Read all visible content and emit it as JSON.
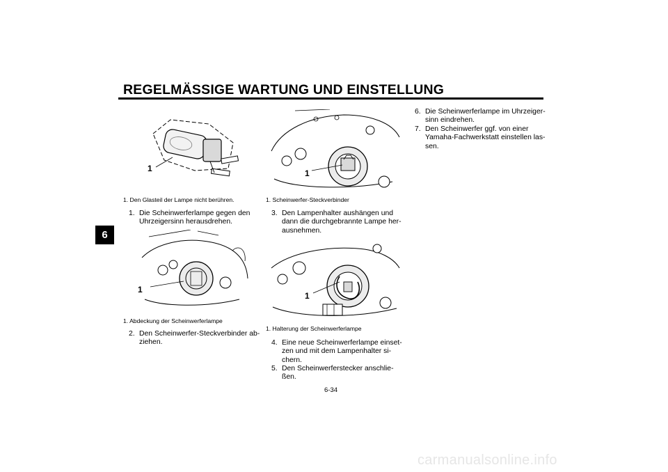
{
  "header": {
    "title": "REGELMÄSSIGE WARTUNG UND EINSTELLUNG",
    "chapter_tab": "6"
  },
  "figures": [
    {
      "label": "1",
      "caption": "1.  Den Glasteil der Lampe nicht berühren."
    },
    {
      "label": "1",
      "caption": "1.  Abdeckung der Scheinwerferlampe"
    },
    {
      "label": "1",
      "caption": "1.  Scheinwerfer-Steckverbinder"
    },
    {
      "label": "1",
      "caption": "1.  Halterung der Scheinwerferlampe"
    }
  ],
  "steps": [
    {
      "num": "1.",
      "lines": [
        "Die Scheinwerferlampe gegen den",
        "Uhrzeigersinn herausdrehen."
      ]
    },
    {
      "num": "2.",
      "lines": [
        "Den Scheinwerfer-Steckverbinder ab-",
        "ziehen."
      ]
    },
    {
      "num": "3.",
      "lines": [
        "Den Lampenhalter aushängen und",
        "dann die durchgebrannte Lampe her-",
        "ausnehmen."
      ]
    },
    {
      "num": "4.",
      "lines": [
        "Eine neue Scheinwerferlampe einset-",
        "zen und mit dem Lampenhalter si-",
        "chern."
      ]
    },
    {
      "num": "5.",
      "lines": [
        "Den Scheinwerferstecker anschlie-",
        "ßen."
      ]
    },
    {
      "num": "6.",
      "lines": [
        "Die Scheinwerferlampe im Uhrzeiger-",
        "sinn eindrehen."
      ]
    },
    {
      "num": "7.",
      "lines": [
        "Den Scheinwerfer ggf. von einer",
        "Yamaha-Fachwerkstatt einstellen las-",
        "sen."
      ]
    }
  ],
  "footer": {
    "page_number": "6-34",
    "watermark": "carmanualsonline.info"
  }
}
